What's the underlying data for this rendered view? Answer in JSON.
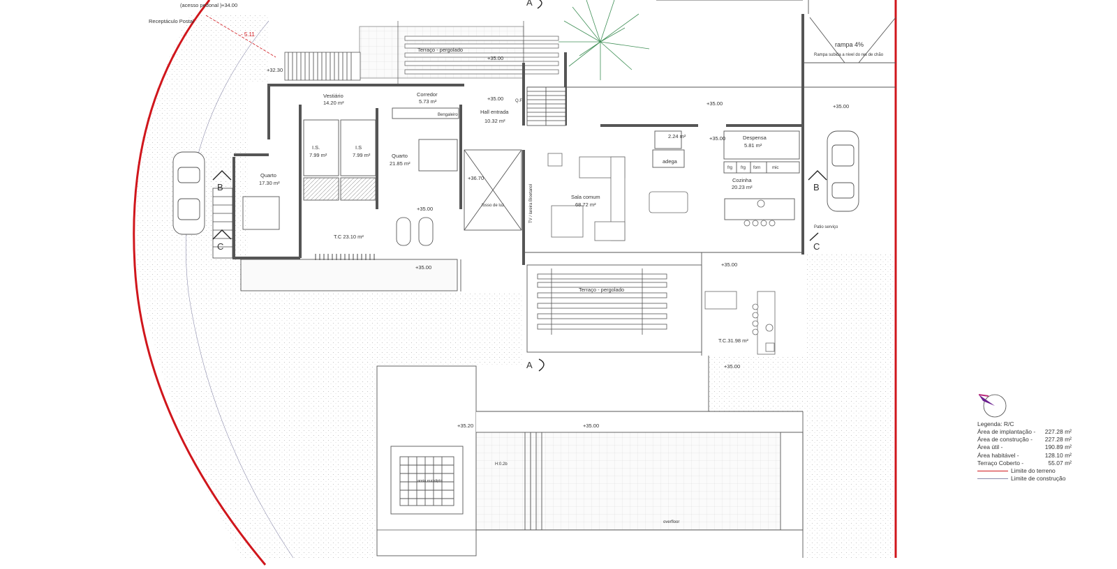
{
  "labels": {
    "acesso_pedonal": "(acesso pedonal )",
    "receptaculo_postal": "Receptáculo Postal",
    "level_34_00": "+34.00",
    "level_32_30": "+32.30",
    "dim_5_11": "- 5.11",
    "terraco_top": "Terraço - pergolado",
    "terraco_bottom": "Terraço - pergolado",
    "rampa_title": "rampa 4%",
    "rampa_sub": "Rampa subida a nivel do res de chão",
    "vestiario": "Vestiário",
    "vestiario_area": "14.20 m²",
    "corredor": "Corredor",
    "corredor_area": "5.73 m²",
    "hall": "Hall entrada",
    "hall_area": "10.32 m²",
    "bengaleiro": "Bengaleiro",
    "is1": "I.S.",
    "is1_area": "7.99 m²",
    "is2": "I.S",
    "is2_area": "7.99 m²",
    "quarto_a": "Quarto",
    "quarto_a_area": "21.85 m²",
    "quarto_b": "Quarto",
    "quarto_b_area": "17.30 m²",
    "tc1": "T.C 23.10 m²",
    "tc2": "T.C.31.98 m²",
    "wc_area": "2.24 m²",
    "adega": "adega",
    "despensa": "Despensa",
    "despensa_area": "5.81 m²",
    "frg1": "frg",
    "frg2": "frg",
    "forn": "forn",
    "mic": "mic",
    "cozinha": "Cozinha",
    "cozinha_area": "20.23 m²",
    "sala": "Sala comum",
    "sala_area": "68.72 m²",
    "fosso": "fosso de luz",
    "tv": "TV / lareira Bioetanol",
    "level_36_70": "+36.70",
    "patio": "Patio serviço",
    "qf": "Q.F.",
    "h": "H:0.2b",
    "overflow": "overfloor",
    "areia": "areia eucalipto",
    "lv_a": "+35.00",
    "lv_b": "+35.00",
    "lv_c": "+35.00",
    "lv_d": "+35.00",
    "lv_e": "+35.00",
    "lv_f": "+35.00",
    "lv_g": "+35.00",
    "lv_h": "+35.00",
    "lv_i": "+35.00",
    "lv_j": "+35.00",
    "lv_k": "+35.20",
    "sec_a_top": "A",
    "sec_a_mid": "A",
    "sec_b_left": "B",
    "sec_b_right": "B",
    "sec_c_left": "C",
    "sec_c_right": "C"
  },
  "legend": {
    "title": "Legenda: R/C",
    "rows": [
      {
        "label": "Área de implantação  -",
        "value": "227.28 m²"
      },
      {
        "label": "Área de construção  -",
        "value": "227.28 m²"
      },
      {
        "label": "Área útil  -",
        "value": "190.89 m²"
      },
      {
        "label": "Área habitável  -",
        "value": "128.10 m²"
      },
      {
        "label": "Terraço Coberto  -",
        "value": "55.07 m²"
      }
    ],
    "limite_terreno": "Limite do terreno",
    "limite_construcao": "Limite de construção"
  },
  "colors": {
    "boundary": "#d0161c",
    "wall": "#555555",
    "stipple": "#e3e3e3",
    "vegetation": "#3f8f56",
    "line": "#444444"
  }
}
